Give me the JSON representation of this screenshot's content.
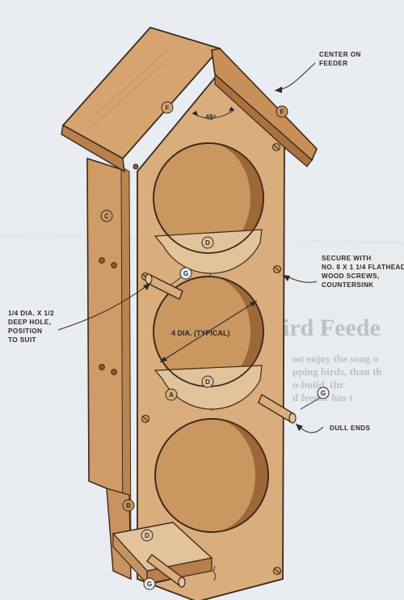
{
  "colors": {
    "wood": "#d9ad7c",
    "wood_dark": "#c8935f",
    "wood_shadow": "#b87f4c",
    "outline": "#3b2a1c",
    "hole_inner": "#a86f3f",
    "paper": "#e9ecef"
  },
  "callouts": {
    "center_on_feeder": [
      "CENTER ON",
      "FEEDER"
    ],
    "secure_screws": [
      "SECURE WITH",
      "NO. 8 X 1 1/4 FLATHEAD",
      "WOOD SCREWS,",
      "COUNTERSINK"
    ],
    "deep_hole": [
      "1/4 DIA. X 1/2",
      "DEEP HOLE,",
      "POSITION",
      "TO SUIT"
    ],
    "dull_ends": "DULL ENDS",
    "hole_diameter": "4 DIA. (TYPICAL)",
    "roof_angle": "45°"
  },
  "part_labels": {
    "roof_left": "F",
    "roof_right": "F",
    "side": "C",
    "front": "A",
    "bottom": "B",
    "shelf_top": "D",
    "shelf_middle": "D",
    "shelf_bottom": "D",
    "perch_left": "G",
    "perch_right": "G",
    "perch_bottom": "G"
  },
  "background_page": {
    "heading_fragment": "ird Feede",
    "lines": [
      "ou enjoy the song o",
      "pping birds, than th",
      "o-build, thr",
      "d feeder has t"
    ]
  }
}
